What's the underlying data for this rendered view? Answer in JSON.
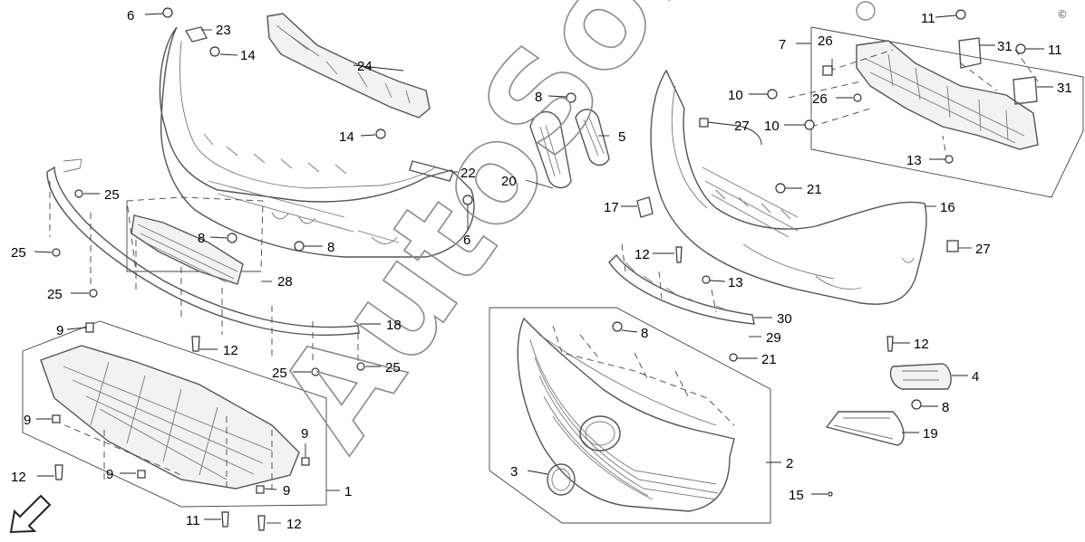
{
  "watermark": {
    "text": "AutoSoft",
    "copyright_symbol": "©"
  },
  "callouts": {
    "c1": "1",
    "c2": "2",
    "c3": "3",
    "c4": "4",
    "c5": "5",
    "c6a": "6",
    "c6b": "6",
    "c7": "7",
    "c8a": "8",
    "c8b": "8",
    "c8c": "8",
    "c8d": "8",
    "c8e": "8",
    "c9a": "9",
    "c9b": "9",
    "c9c": "9",
    "c9d": "9",
    "c9e": "9",
    "c10a": "10",
    "c10b": "10",
    "c11a": "11",
    "c11b": "11",
    "c11c": "11",
    "c12a": "12",
    "c12b": "12",
    "c12c": "12",
    "c12d": "12",
    "c12e": "12",
    "c13a": "13",
    "c13b": "13",
    "c14a": "14",
    "c14b": "14",
    "c15": "15",
    "c16": "16",
    "c17": "17",
    "c18": "18",
    "c19": "19",
    "c20": "20",
    "c21a": "21",
    "c21b": "21",
    "c22": "22",
    "c23": "23",
    "c24": "24",
    "c25a": "25",
    "c25b": "25",
    "c25c": "25",
    "c25d": "25",
    "c25e": "25",
    "c26a": "26",
    "c26b": "26",
    "c27a": "27",
    "c27b": "27",
    "c28": "28",
    "c29": "29",
    "c30": "30",
    "c31a": "31",
    "c31b": "31"
  },
  "icons": {
    "direction_arrow": "front-direction-arrow-icon"
  },
  "colors": {
    "line": "#555555",
    "watermark": "#8a8a8a",
    "background": "#ffffff"
  }
}
